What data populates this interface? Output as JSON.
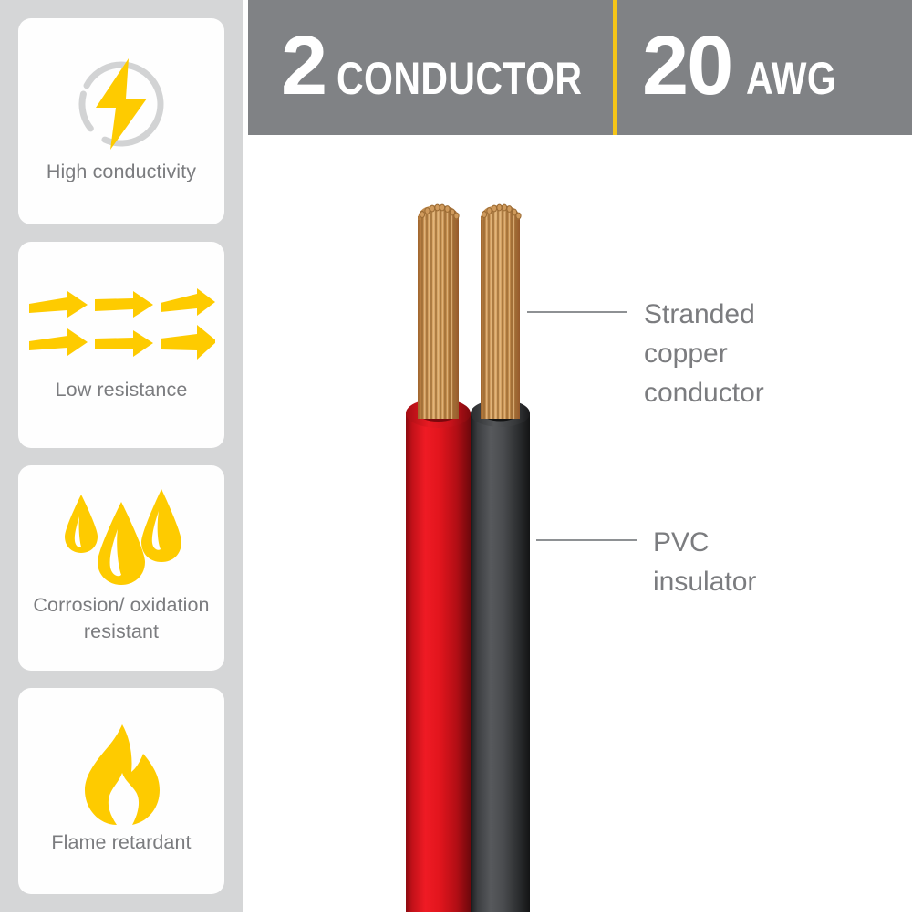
{
  "banner": {
    "left": {
      "number": "2",
      "unit": "CONDUCTOR"
    },
    "right": {
      "number": "20",
      "unit": "AWG"
    },
    "bg_color": "#808285",
    "divider_color": "#f5c518",
    "text_color": "#ffffff"
  },
  "sidebar": {
    "bg_color": "#d5d6d7",
    "card_bg_color": "#fefefe",
    "label_color": "#7b7c7f",
    "accent_color": "#f5c518",
    "cards": [
      {
        "icon": "lightning-bolt-in-circle-icon",
        "label": "High\nconductivity"
      },
      {
        "icon": "arrows-flow-icon",
        "label": "Low\nresistance"
      },
      {
        "icon": "water-droplets-icon",
        "label": "Corrosion/\noxidation\nresistant"
      },
      {
        "icon": "flame-icon",
        "label": "Flame\nretardant"
      }
    ]
  },
  "callouts": [
    {
      "id": "stranded",
      "label": "Stranded\ncopper\nconductor",
      "leader_color": "#8e9194"
    },
    {
      "id": "pvc",
      "label": "PVC\ninsulator",
      "leader_color": "#8e9194"
    }
  ],
  "wire": {
    "conductor_color": "#c08a4a",
    "conductor_shadow_color": "#9a6a33",
    "insulator_colors": [
      "#d8161f",
      "#3e4043"
    ],
    "strand_count": 9
  }
}
